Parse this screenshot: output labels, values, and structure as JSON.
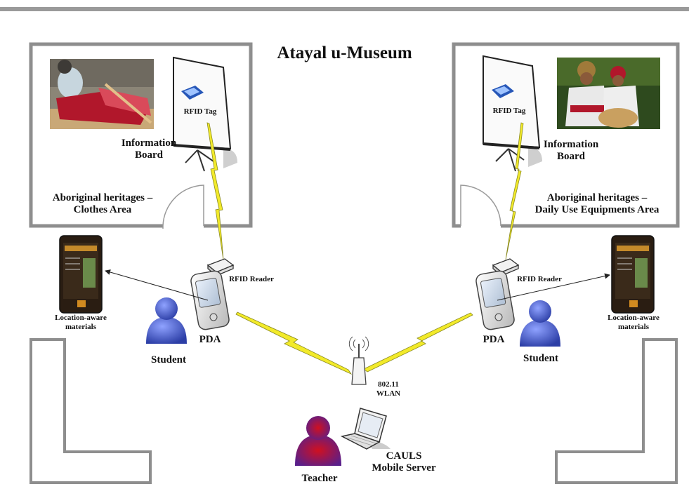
{
  "title": "Atayal u-Museum",
  "left_room": {
    "area_line1": "Aboriginal heritages –",
    "area_line2": "Clothes Area",
    "board_line1": "Information",
    "board_line2": "Board",
    "tag": "RFID Tag",
    "reader": "RFID Reader",
    "device": "PDA",
    "user": "Student",
    "materials_line1": "Location-aware",
    "materials_line2": "materials"
  },
  "right_room": {
    "area_line1": "Aboriginal heritages –",
    "area_line2": "Daily Use Equipments Area",
    "board_line1": "Information",
    "board_line2": "Board",
    "tag": "RFID Tag",
    "reader": "RFID Reader",
    "device": "PDA",
    "user": "Student",
    "materials_line1": "Location-aware",
    "materials_line2": "materials"
  },
  "network": {
    "line1": "802.11",
    "line2": "WLAN"
  },
  "server": {
    "line1": "CAULS",
    "line2": "Mobile Server",
    "user": "Teacher"
  },
  "colors": {
    "student": "#4a5fc4",
    "teacher": "#c8203a",
    "signal": "#f2ea2a",
    "walls": "#8e8e8e"
  }
}
